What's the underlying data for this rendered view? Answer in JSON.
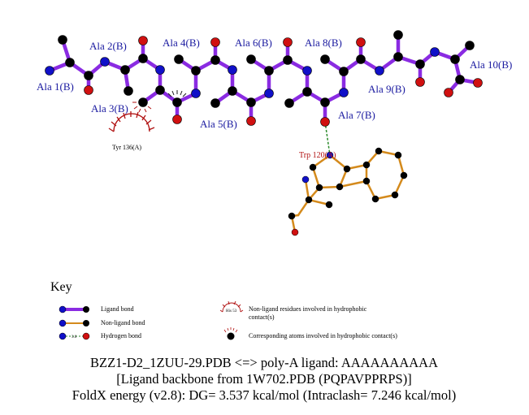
{
  "residues": {
    "ala1": "Ala 1(B)",
    "ala2": "Ala 2(B)",
    "ala3": "Ala 3(B)",
    "ala4": "Ala 4(B)",
    "ala5": "Ala 5(B)",
    "ala6": "Ala 6(B)",
    "ala7": "Ala 7(B)",
    "ala8": "Ala 8(B)",
    "ala9": "Ala 9(B)",
    "ala10": "Ala 10(B)",
    "tyr136": "Tyr 136(A)",
    "trp120": "Trp 120(A)"
  },
  "key": {
    "title": "Key",
    "ligand_bond": "Ligand bond",
    "nonligand_bond": "Non-ligand bond",
    "hydrogen_bond": "Hydrogen bond",
    "hbond_length": "3.0",
    "his_example": "His 53",
    "hydrophobic_residues_line1": "Non-ligand residues involved in hydrophobic",
    "hydrophobic_residues_line2": "contact(s)",
    "hydrophobic_atoms": "Corresponding atoms involved in hydrophobic contact(s)"
  },
  "caption": {
    "line1": "BZZ1-D2_1ZUU-29.PDB <=> poly-A ligand: AAAAAAAAAA",
    "line2": "[Ligand backbone from 1W702.PDB (PQPAVPPRPS)]",
    "line3": "FoldX energy (v2.8): DG= 3.537 kcal/mol (Intraclash= 7.246 kcal/mol)"
  },
  "colors": {
    "ligand_bond": "#8a2be2",
    "nonligand_bond": "#d48a1c",
    "hydrogen_bond": "#2a8a2a",
    "carbon": "#000000",
    "nitrogen": "#1010c8",
    "oxygen": "#d01010",
    "hydrophobic": "#b01010"
  }
}
